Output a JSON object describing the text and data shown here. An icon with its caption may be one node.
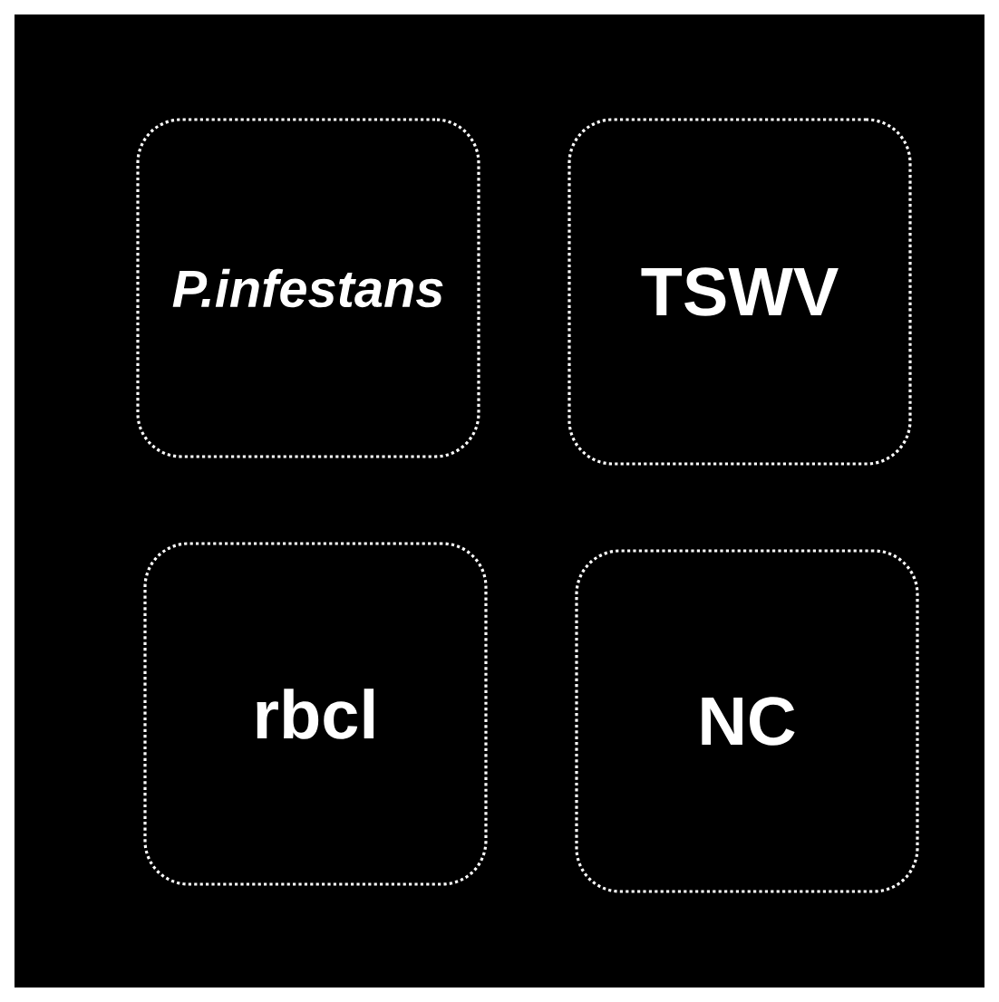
{
  "diagram": {
    "nodes": [
      {
        "text": [
          "P.infestans"
        ]
      },
      {
        "text": [
          "TSWV"
        ]
      },
      {
        "text": [
          "rbcl"
        ]
      },
      {
        "text": [
          "NC"
        ]
      }
    ]
  }
}
